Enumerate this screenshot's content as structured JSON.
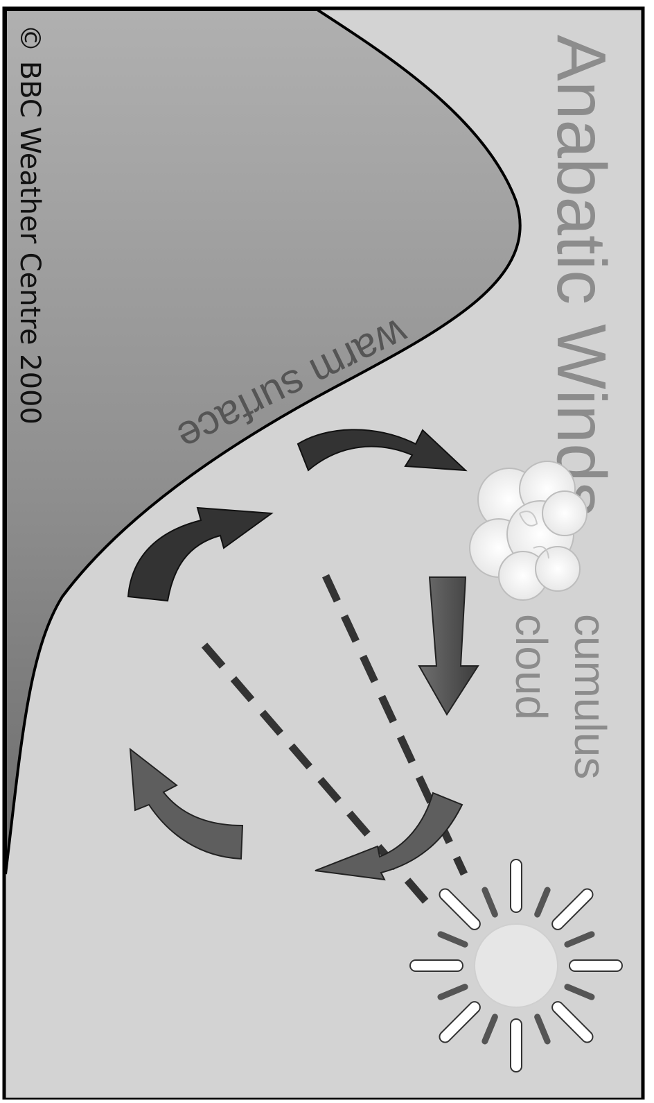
{
  "diagram": {
    "title": "Anabatic Winds",
    "cloud_label_line1": "cumulus",
    "cloud_label_line2": "cloud",
    "surface_label": "warm surface",
    "copyright": "© BBC Weather Centre 2000",
    "orientation": "rotated 90 degrees clockwise",
    "colors": {
      "background": "#d3d3d3",
      "hill": "#8a8a8a",
      "hill_light": "#a9a9a9",
      "arrow_dark": "#333333",
      "arrow_mid": "#5e5e5e",
      "text": "#8c8c8c",
      "sun": "#e8e8e8",
      "cloud": "#f6f6f6"
    },
    "icons": [
      "sun-icon",
      "cloud-icon",
      "circulation-arrows",
      "sun-ray-dashed-lines"
    ]
  }
}
